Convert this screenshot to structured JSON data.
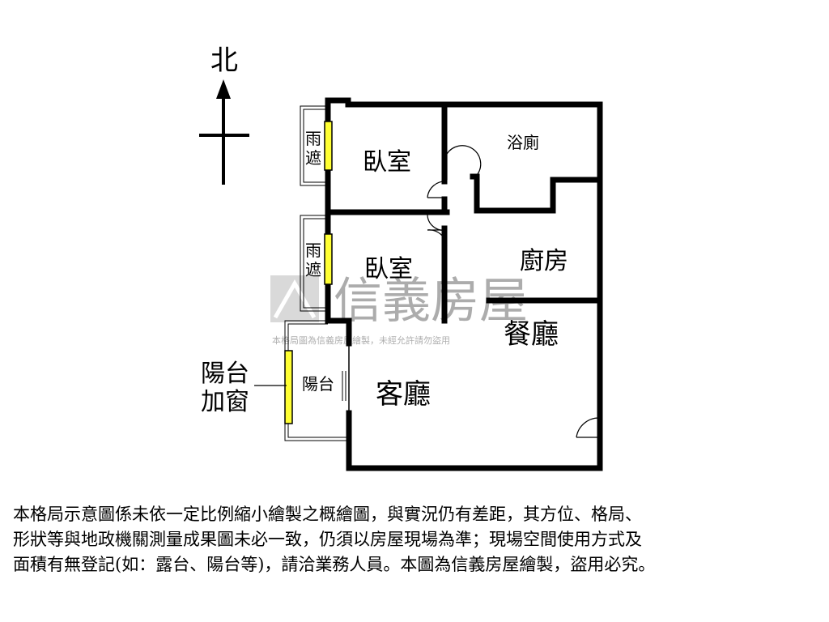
{
  "compass": {
    "north_label": "北"
  },
  "rooms": {
    "bedroom_1": "臥室",
    "bedroom_2": "臥室",
    "bathroom": "浴廁",
    "kitchen": "廚房",
    "dining": "餐廳",
    "living": "客廳",
    "balcony": "陽台"
  },
  "features": {
    "awning_1": [
      "雨",
      "遮"
    ],
    "awning_2": [
      "雨",
      "遮"
    ],
    "balcony_window": [
      "陽台",
      "加窗"
    ]
  },
  "watermark": {
    "brand": "信義房屋",
    "notice": "本格局圖為信義房屋繪製，未經允許請勿盜用"
  },
  "disclaimer": [
    "本格局示意圖係未依一定比例縮小繪製之概繪圖，與實況仍有差距，其方位、格局、",
    "形狀等與地政機關測量成果圖未必一致，仍須以房屋現場為準；現場空間使用方式及",
    "面積有無登記(如：露台、陽台等)，請洽業務人員。本圖為信義房屋繪製，盜用必究。"
  ]
}
